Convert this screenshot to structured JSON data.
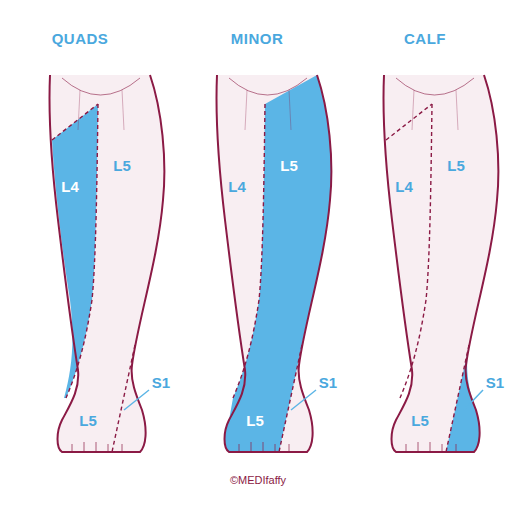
{
  "diagram": {
    "labels": [
      "QUADS",
      "MINOR",
      "CALF",
      "L4",
      "L5",
      "S1",
      "L5",
      "L4",
      "L5",
      "S1",
      "L5",
      "L4",
      "L5",
      "S1",
      "L5",
      "©MEDIfaffy"
    ]
  }
}
